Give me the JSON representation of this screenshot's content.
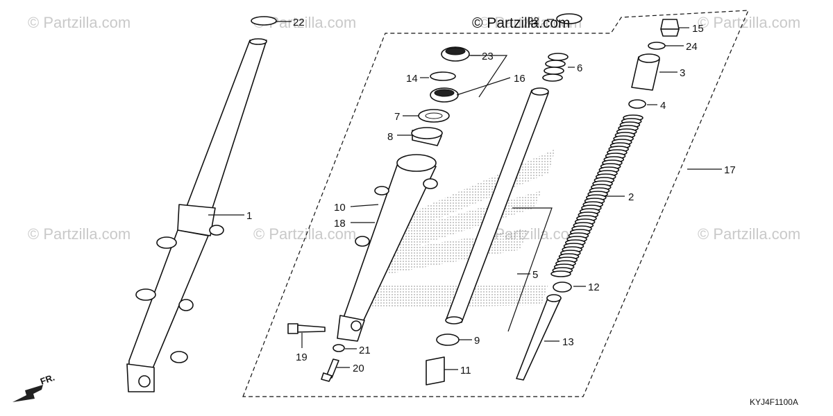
{
  "diagram": {
    "watermarks": [
      "© Partzilla.com",
      "© Partzilla.com",
      "© Partzilla.com",
      "© Partzilla.com",
      "© Partzilla.com",
      "© Partzilla.com",
      "© Partzilla.com",
      "© Partzilla.com"
    ],
    "brand_watermark": "© Partzilla.com",
    "direction_label": "FR.",
    "diagram_code": "KYJ4F1100A",
    "callouts": [
      "22",
      "22",
      "1",
      "23",
      "14",
      "16",
      "7",
      "8",
      "10",
      "18",
      "19",
      "21",
      "20",
      "6",
      "5",
      "9",
      "11",
      "15",
      "24",
      "3",
      "4",
      "17",
      "2",
      "12",
      "13"
    ]
  }
}
